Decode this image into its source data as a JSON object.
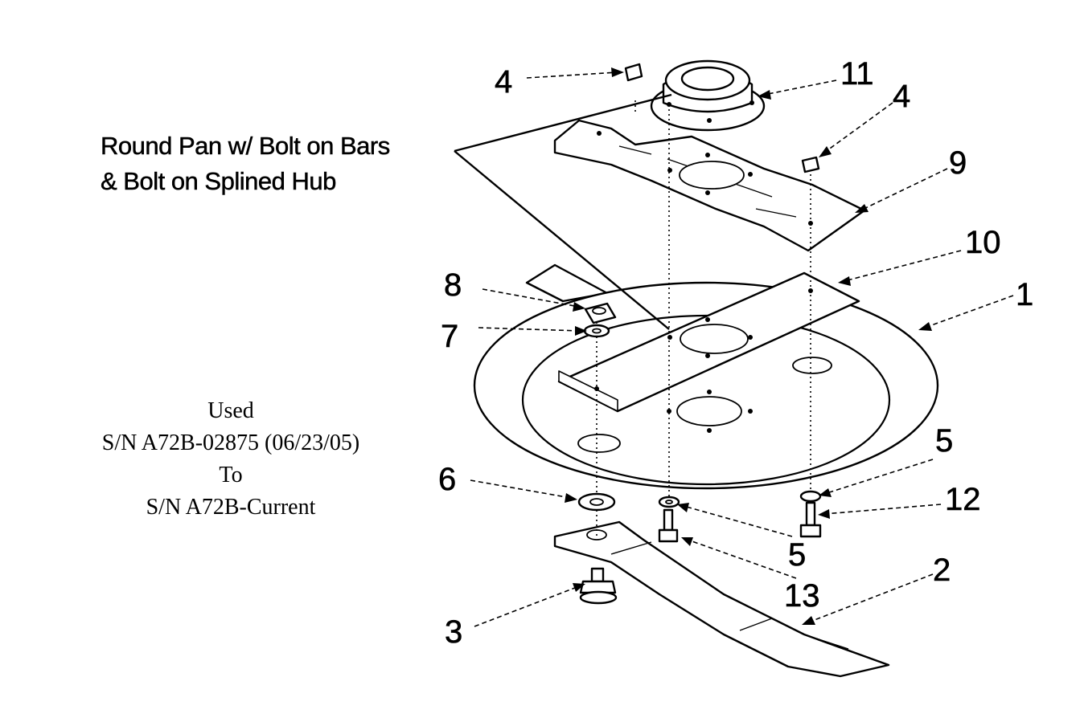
{
  "title": {
    "line1": "Round Pan w/ Bolt on Bars",
    "line2": "& Bolt on Splined Hub"
  },
  "serial_info": {
    "line1": "Used",
    "line2": "S/N A72B-02875 (06/23/05)",
    "line3": "To",
    "line4": "S/N A72B-Current"
  },
  "callouts": {
    "c1": "1",
    "c2": "2",
    "c3": "3",
    "c4a": "4",
    "c4b": "4",
    "c5a": "5",
    "c5b": "5",
    "c6": "6",
    "c7": "7",
    "c8": "8",
    "c9": "9",
    "c10": "10",
    "c11": "11",
    "c12": "12",
    "c13": "13"
  }
}
